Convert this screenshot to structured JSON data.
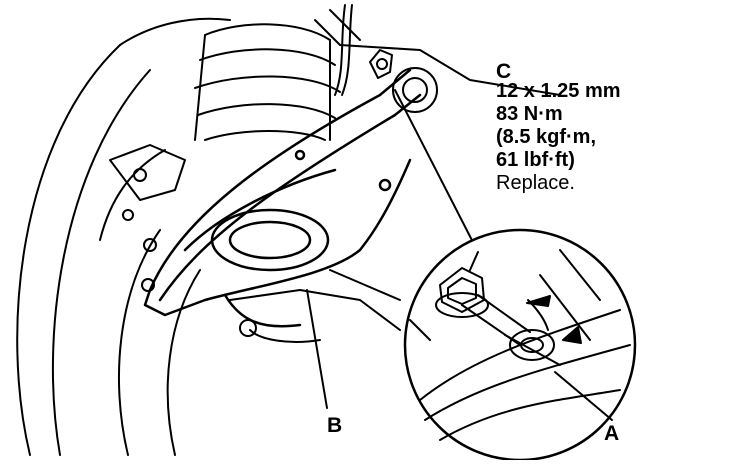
{
  "callouts": {
    "a": "A",
    "b": "B",
    "c": "C"
  },
  "torque_spec": {
    "bolt_size": "12 x 1.25 mm",
    "torque_nm": "83 N·m",
    "torque_kgf": "(8.5 kgf·m,",
    "torque_lbf": "61 lbf·ft)",
    "note": "Replace."
  }
}
